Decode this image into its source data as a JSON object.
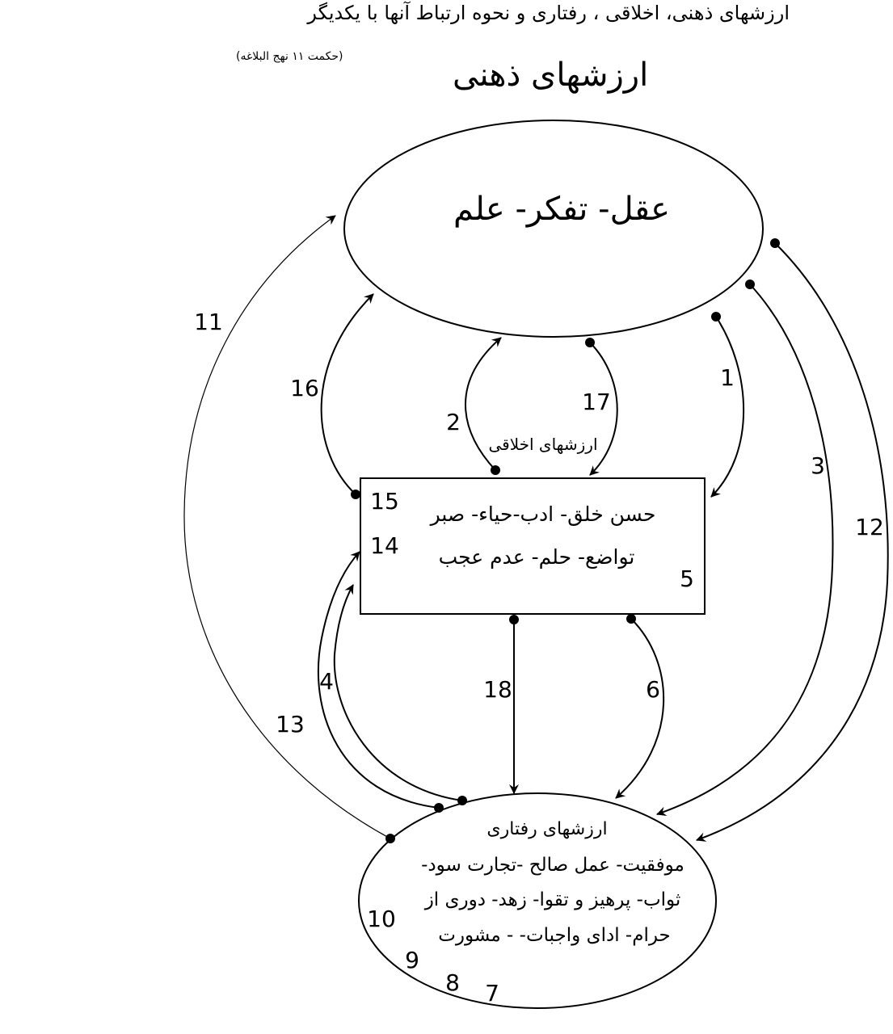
{
  "header": {
    "title": "ارزشهای ذهنی، اخلاقی ، رفتاری و نحوه ارتباط آنها با یکدیگر",
    "reference": "(حکمت ۱۱ نهج البلاغه)",
    "section_title": "ارزشهای ذهنی"
  },
  "nodes": {
    "mental": {
      "shape": "ellipse",
      "label": "عقل- تفکر- علم"
    },
    "moral": {
      "shape": "rectangle",
      "title": "ارزشهای اخلاقی",
      "line1": "حسن خلق- ادب-حیاء- صبر",
      "line2": "تواضع- حلم- عدم عجب"
    },
    "behavioral": {
      "shape": "ellipse",
      "title": "ارزشهای رفتاری",
      "line1": "موفقیت- عمل صالح -تجارت سود-",
      "line2": "ثواب- پرهیز و تقوا- زهد- دوری از",
      "line3": "حرام- ادای واجبات- - مشورت"
    }
  },
  "connections": [
    {
      "id": "1",
      "from": "mental",
      "to": "moral"
    },
    {
      "id": "2",
      "from": "moral",
      "to": "mental"
    },
    {
      "id": "3",
      "from": "mental",
      "to": "behavioral"
    },
    {
      "id": "4",
      "from": "behavioral",
      "to": "moral"
    },
    {
      "id": "6",
      "from": "moral",
      "to": "behavioral"
    },
    {
      "id": "11",
      "from": "behavioral",
      "to": "mental"
    },
    {
      "id": "12",
      "from": "mental",
      "to": "behavioral"
    },
    {
      "id": "13",
      "from": "behavioral",
      "to": "mental"
    },
    {
      "id": "14",
      "from": "behavioral",
      "to": "moral"
    },
    {
      "id": "16",
      "from": "moral",
      "to": "mental"
    },
    {
      "id": "17",
      "from": "mental",
      "to": "moral"
    },
    {
      "id": "18",
      "from": "moral",
      "to": "behavioral"
    }
  ],
  "labels": {
    "n1": "1",
    "n2": "2",
    "n3": "3",
    "n4": "4",
    "n5": "5",
    "n6": "6",
    "n7": "7",
    "n8": "8",
    "n9": "9",
    "n10": "10",
    "n11": "11",
    "n12": "12",
    "n13": "13",
    "n14": "14",
    "n15": "15",
    "n16": "16",
    "n17": "17",
    "n18": "18"
  },
  "colors": {
    "stroke": "#000000",
    "background": "#ffffff",
    "thin_stroke": "#555555"
  }
}
